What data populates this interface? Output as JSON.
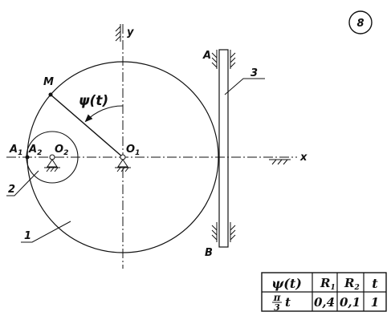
{
  "figure_number": "8",
  "axes": {
    "y_label": "y",
    "x_label": "x"
  },
  "points": {
    "A": "A",
    "B": "B",
    "M": "M",
    "A1": "A",
    "A1_sub": "1",
    "A2": "A",
    "A2_sub": "2",
    "O1": "O",
    "O1_sub": "1",
    "O2": "O",
    "O2_sub": "2"
  },
  "angle_label": "ψ(t)",
  "body_numbers": {
    "body1": "1",
    "body2": "2",
    "body3": "3"
  },
  "table": {
    "headers": {
      "psi": "ψ(t)",
      "r1": "R",
      "r1_sub": "1",
      "r2": "R",
      "r2_sub": "2",
      "t": "t"
    },
    "values": {
      "psi_num": "π",
      "psi_den": "3",
      "psi_var": "t",
      "r1": "0,4",
      "r2": "0,1",
      "t": "1"
    }
  }
}
